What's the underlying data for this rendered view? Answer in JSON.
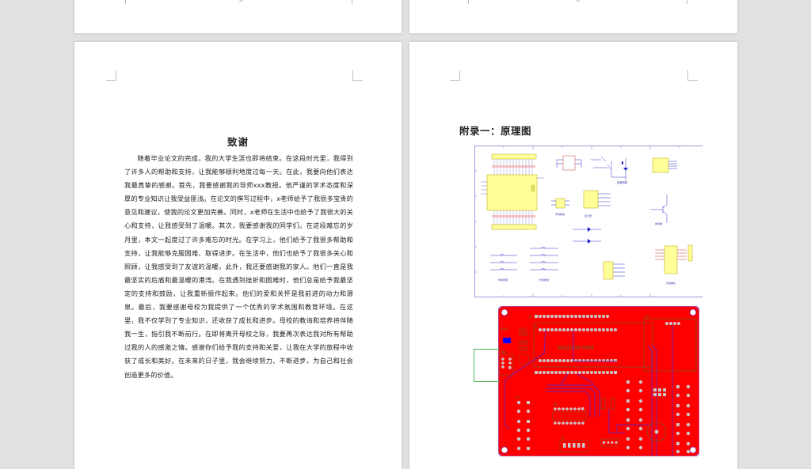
{
  "viewer": {
    "background_color": "#e1e1e1",
    "layout": "two-page spread"
  },
  "pages_top": [
    {
      "page_number": "30"
    },
    {
      "page_number": "31"
    }
  ],
  "page_left": {
    "title": "致谢",
    "paragraph": "随着毕业论文的完成，我的大学生涯也即将结束。在这段时光里，我得到了许多人的帮助和支持，让我能够顺利地度过每一天。在此，我要向他们表达我最真挚的感谢。首先，我要感谢我的导师xxx教授。他严谨的学术态度和深厚的专业知识让我受益匪浅。在论文的撰写过程中，x老师给予了我很多宝贵的意见和建议，使我的论文更加完善。同时，x老师在生活中也给予了我很大的关心和支持，让我感受到了温暖。其次，我要感谢我的同学们。在这段难忘的岁月里，本文一起度过了许多难忘的时光。在学习上，他们给予了我很多帮助和支持，让我能够克服困难、取得进步。在生活中，他们也给予了我很多关心和照顾，让我感受到了友谊的温暖。此外，我还要感谢我的家人。他们一直是我最坚实的后盾和最温暖的港湾。在我遇到挫折和困难时，他们总是给予我最坚定的支持和鼓励，让我重新振作起来。他们的爱和关怀是我前进的动力和源泉。最后，我要感谢母校为我提供了一个优秀的学术氛围和教育环境。在这里，我不仅学到了专业知识，还收获了成长和进步。母校的教诲和培养将伴随我一生，指引我不断前行。在即将离开母校之际，我要再次表达我对所有帮助过我的人的感激之情。感谢你们给予我的支持和关爱，让我在大学的旅程中收获了成长和美好。在未来的日子里，我会继续努力、不断进步，为自己和社会创造更多的价值。"
  },
  "page_right": {
    "title": "附录一：原理图",
    "schematic": {
      "labels": [
        "电源电路",
        "声音模块",
        "显示屏",
        "蜂鸣器",
        "内机按键",
        "外机按键",
        "步进电机"
      ],
      "component_color": "#ffff99",
      "wire_color": "#3333cc"
    },
    "pcb": {
      "board_color": "#ff0000",
      "trace_color": "#8b1a8b",
      "silkscreen_color": "#556b2f",
      "module_label": "M22008-04M",
      "designators": [
        "J3",
        "J2",
        "U4",
        "USB1",
        "LED1",
        "R4",
        "C1",
        "Y1",
        "CN1",
        "S1",
        "S2",
        "S3",
        "S4",
        "S5",
        "S6",
        "S7",
        "U5",
        "JP1",
        "J1",
        "R2",
        "R3",
        "D4",
        "GND"
      ]
    }
  }
}
